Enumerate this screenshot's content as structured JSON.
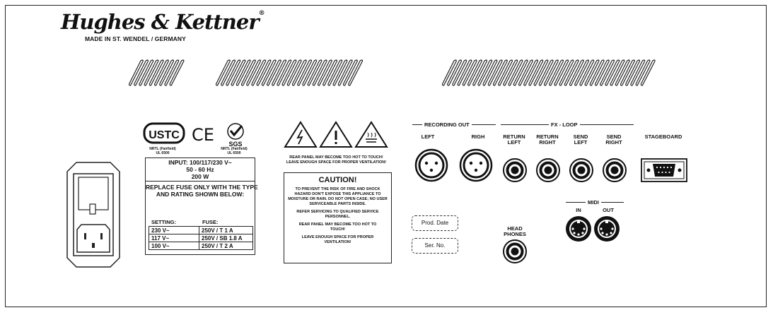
{
  "brand": {
    "logo_text": "Hughes & Kettner",
    "made_in": "MADE IN ST. WENDEL / GERMANY",
    "registered": "®"
  },
  "certs": {
    "ustc": "USTC",
    "ce": "CE",
    "sgs": "SGS",
    "nrtl_left": "NRTL (Fairfield)",
    "ul_left": "UL 6500",
    "nrtl_right": "NRTL (Fairfield)",
    "ul_right": "UL 6500"
  },
  "power": {
    "input_line1": "INPUT: 100/117/230 V~",
    "input_line2": "50 - 60 Hz",
    "input_line3": "200 W"
  },
  "fuse": {
    "replace_line1": "REPLACE FUSE ONLY WITH THE TYPE",
    "replace_line2": "AND RATING SHOWN BELOW:",
    "setting_header": "SETTING:",
    "fuse_header": "FUSE:",
    "rows": [
      {
        "setting": "230 V~",
        "fuse": "250V / T 1 A"
      },
      {
        "setting": "117 V~",
        "fuse": "250V / SB 1.8 A"
      },
      {
        "setting": "100 V~",
        "fuse": "250V / T 2 A"
      }
    ]
  },
  "warning": {
    "hot_line1": "REAR PANEL MAY BECOME TOO HOT TO TOUCH!",
    "hot_line2": "LEAVE ENOUGH SPACE FOR PROPER VENTILATION!",
    "caution_title": "CAUTION!",
    "caution_p1": "TO PREVENT THE RISK OF FIRE AND SHOCK HAZARD DON'T EXPOSE THIS APPLIANCE TO MOISTURE OR RAIN. DO NOT OPEN CASE; NO USER SERVICEABLE PARTS INSIDE.",
    "caution_p2": "REFER SERVICING TO QUALIFIED SERVICE PERSONNEL.",
    "caution_p3": "REAR PANEL MAY BECOME TOO HOT TO TOUCH!",
    "caution_p4": "LEAVE ENOUGH SPACE FOR PROPER VENTILATION!"
  },
  "labels": {
    "prod_date": "Prod. Date",
    "ser_no": "Ser. No."
  },
  "recording": {
    "title": "RECORDING OUT",
    "left": "LEFT",
    "right": "RIGH"
  },
  "fxloop": {
    "title": "FX - LOOP",
    "return_left_1": "RETURN",
    "return_left_2": "LEFT",
    "return_right_1": "RETURN",
    "return_right_2": "RIGHT",
    "send_left_1": "SEND",
    "send_left_2": "LEFT",
    "send_right_1": "SEND",
    "send_right_2": "RIGHT"
  },
  "headphones": {
    "line1": "HEAD",
    "line2": "PHONES"
  },
  "midi": {
    "title": "MIDI",
    "in": "IN",
    "out": "OUT"
  },
  "stageboard": {
    "label": "STAGEBOARD"
  }
}
